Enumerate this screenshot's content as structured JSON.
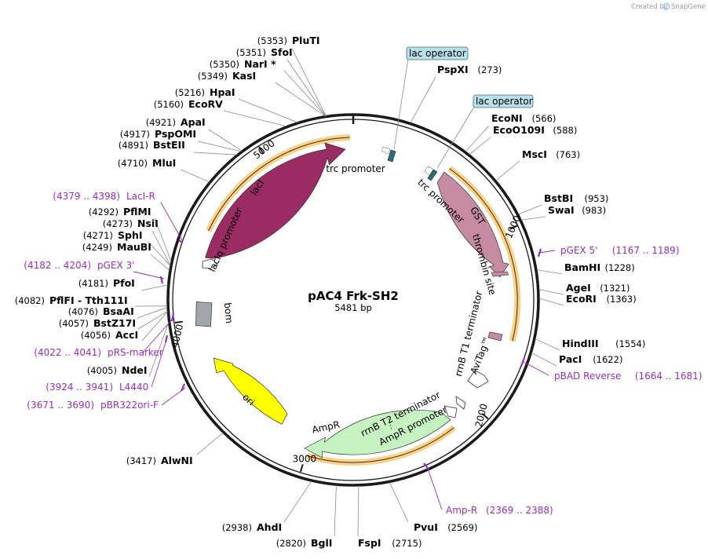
{
  "credit": {
    "prefix": "Created by",
    "brand": "SnapGene"
  },
  "plasmid": {
    "name": "pAC4 Frk-SH2",
    "length_label": "5481 bp"
  },
  "ticks": [
    {
      "label": "1000",
      "bp": 1000
    },
    {
      "label": "2000",
      "bp": 2000
    },
    {
      "label": "3000",
      "bp": 3000
    },
    {
      "label": "4000",
      "bp": 4000
    },
    {
      "label": "5000",
      "bp": 5000
    }
  ],
  "sites": [
    {
      "name": "PluTI",
      "pos": "(5353)",
      "bp": 5353
    },
    {
      "name": "SfoI",
      "pos": "(5351)",
      "bp": 5351
    },
    {
      "name": "NarI *",
      "pos": "(5350)",
      "bp": 5350
    },
    {
      "name": "KasI",
      "pos": "(5349)",
      "bp": 5349
    },
    {
      "name": "HpaI",
      "pos": "(5216)",
      "bp": 5216
    },
    {
      "name": "EcoRV",
      "pos": "(5160)",
      "bp": 5160
    },
    {
      "name": "ApaI",
      "pos": "(4921)",
      "bp": 4921
    },
    {
      "name": "PspOMI",
      "pos": "(4917)",
      "bp": 4917
    },
    {
      "name": "BstEII",
      "pos": "(4891)",
      "bp": 4891
    },
    {
      "name": "MluI",
      "pos": "(4710)",
      "bp": 4710
    },
    {
      "name": "PflMI",
      "pos": "(4292)",
      "bp": 4292
    },
    {
      "name": "NsiI",
      "pos": "(4273)",
      "bp": 4273
    },
    {
      "name": "SphI",
      "pos": "(4271)",
      "bp": 4271
    },
    {
      "name": "MauBI",
      "pos": "(4249)",
      "bp": 4249
    },
    {
      "name": "PfoI",
      "pos": "(4181)",
      "bp": 4181
    },
    {
      "name": "PflFI - Tth111I",
      "pos": "(4082)",
      "bp": 4082
    },
    {
      "name": "BsaAI",
      "pos": "(4076)",
      "bp": 4076
    },
    {
      "name": "BstZ17I",
      "pos": "(4057)",
      "bp": 4057
    },
    {
      "name": "AccI",
      "pos": "(4056)",
      "bp": 4056
    },
    {
      "name": "NdeI",
      "pos": "(4005)",
      "bp": 4005
    },
    {
      "name": "AlwNI",
      "pos": "(3417)",
      "bp": 3417
    },
    {
      "name": "AhdI",
      "pos": "(2938)",
      "bp": 2938
    },
    {
      "name": "BglI",
      "pos": "(2820)",
      "bp": 2820
    },
    {
      "name": "FspI",
      "pos": "(2715)",
      "bp": 2715
    },
    {
      "name": "PvuI",
      "pos": "(2569)",
      "bp": 2569
    },
    {
      "name": "PspXI",
      "pos": "(273)",
      "bp": 273
    },
    {
      "name": "EcoNI",
      "pos": "(566)",
      "bp": 566
    },
    {
      "name": "EcoO109I",
      "pos": "(588)",
      "bp": 588
    },
    {
      "name": "MscI",
      "pos": "(763)",
      "bp": 763
    },
    {
      "name": "BstBI",
      "pos": "(953)",
      "bp": 953
    },
    {
      "name": "SwaI",
      "pos": "(983)",
      "bp": 983
    },
    {
      "name": "BamHI",
      "pos": "(1228)",
      "bp": 1228
    },
    {
      "name": "AgeI",
      "pos": "(1321)",
      "bp": 1321
    },
    {
      "name": "EcoRI",
      "pos": "(1363)",
      "bp": 1363
    },
    {
      "name": "HindIII",
      "pos": "(1554)",
      "bp": 1554
    },
    {
      "name": "PacI",
      "pos": "(1622)",
      "bp": 1622
    }
  ],
  "primers": [
    {
      "name": "LacI-R",
      "range": "(4379 .. 4398)"
    },
    {
      "name": "pGEX 3'",
      "range": "(4182 .. 4204)"
    },
    {
      "name": "pRS-marker",
      "range": "(4022 .. 4041)"
    },
    {
      "name": "L4440",
      "range": "(3924 .. 3941)"
    },
    {
      "name": "pBR322ori-F",
      "range": "(3671 .. 3690)"
    },
    {
      "name": "pGEX 5'",
      "range": "(1167 .. 1189)"
    },
    {
      "name": "pBAD Reverse",
      "range": "(1664 .. 1681)"
    },
    {
      "name": "Amp-R",
      "range": "(2369 .. 2388)"
    }
  ],
  "operators": [
    {
      "label": "lac operator"
    },
    {
      "label": "lac operator"
    }
  ],
  "features": [
    {
      "label": "lacI",
      "color": "#9b2c63"
    },
    {
      "label": "lacIq promoter",
      "color": "#ffffff"
    },
    {
      "label": "trc promoter",
      "color": "#ffffff"
    },
    {
      "label": "trc promoter",
      "color": "#ffffff"
    },
    {
      "label": "GST",
      "color": "#c78aa3"
    },
    {
      "label": "thrombin site",
      "color": "#c78aa3"
    },
    {
      "label": "rrnB T1 terminator",
      "color": "#ffffff"
    },
    {
      "label": "AviTag™",
      "color": "#c78aa3"
    },
    {
      "label": "rrnB T2 terminator",
      "color": "#ffffff"
    },
    {
      "label": "AmpR promoter",
      "color": "#ffffff"
    },
    {
      "label": "AmpR",
      "color": "#c5f2c0"
    },
    {
      "label": "ori",
      "color": "#ffff00"
    },
    {
      "label": "bom",
      "color": "#a3a5ab"
    }
  ],
  "colors": {
    "backbone": "#1a1a1a",
    "site_line": "#8a8a8a",
    "primer": "#9a2ec0",
    "orf_highlight": "#f6c56e",
    "operator": "#3a6e85",
    "snapgene_icon": "#2f8fcc"
  }
}
